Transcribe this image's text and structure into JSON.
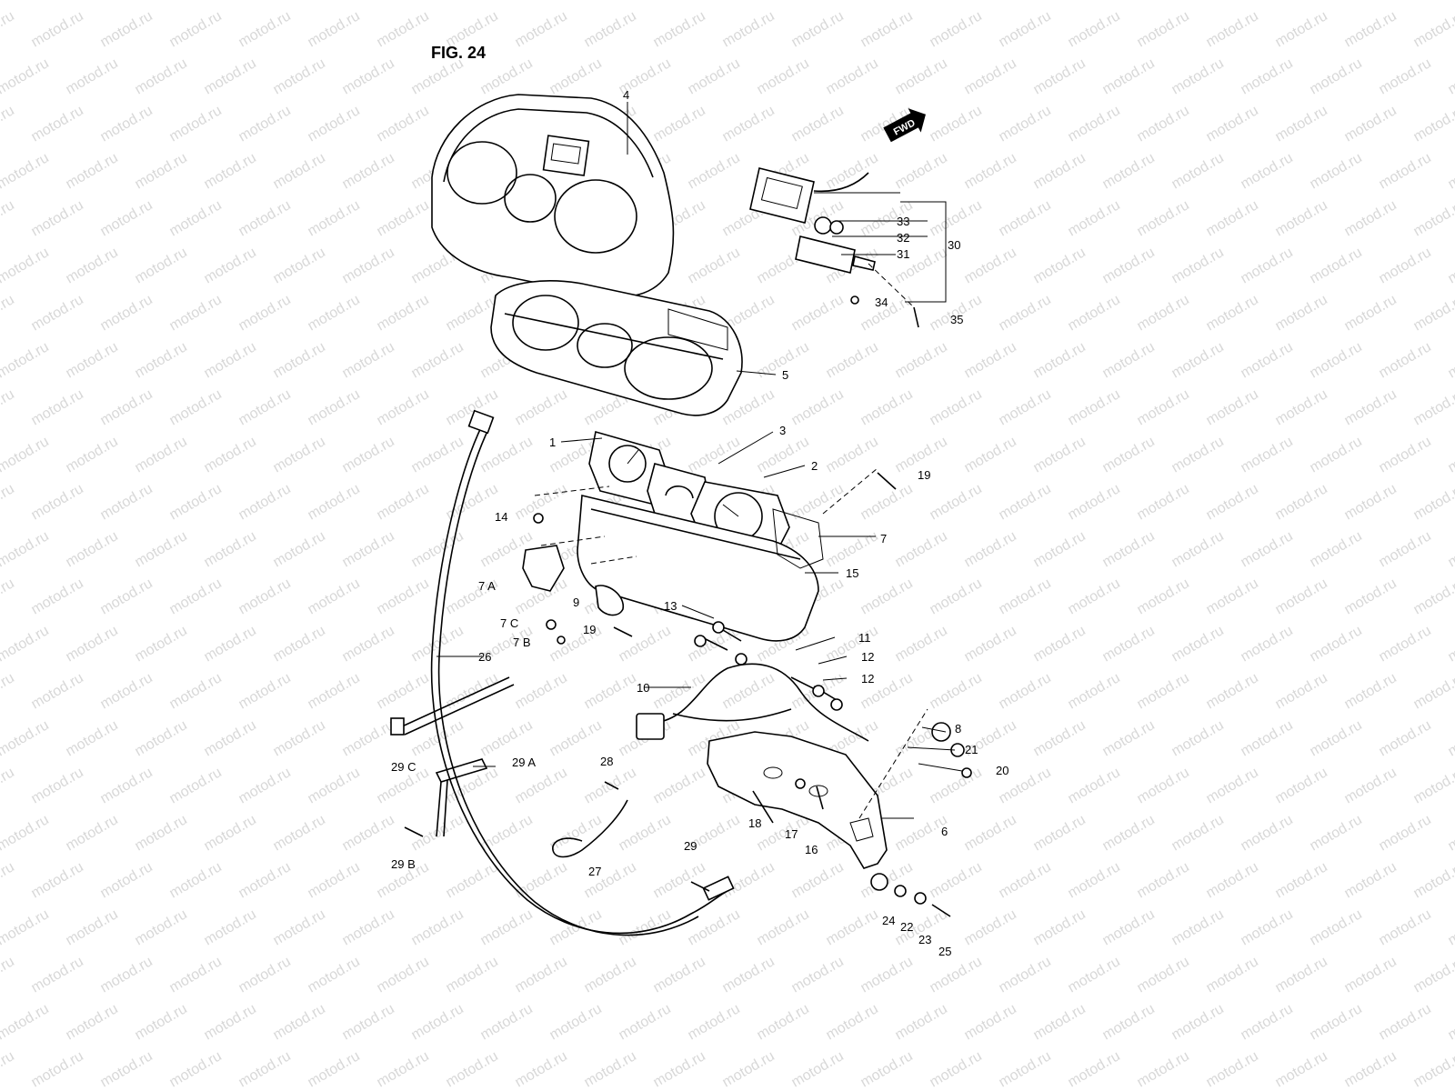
{
  "figure": {
    "title": "FIG. 24",
    "fwd_label": "FWD",
    "watermark": "motod.ru"
  },
  "labels": {
    "l1": "1",
    "l2": "2",
    "l3": "3",
    "l4": "4",
    "l5": "5",
    "l6": "6",
    "l7": "7",
    "l7a": "7 A",
    "l7b": "7 B",
    "l7c": "7 C",
    "l8": "8",
    "l9": "9",
    "l10": "10",
    "l11": "11",
    "l12a": "12",
    "l12b": "12",
    "l13": "13",
    "l14": "14",
    "l15": "15",
    "l16": "16",
    "l17": "17",
    "l18": "18",
    "l19a": "19",
    "l19b": "19",
    "l20": "20",
    "l21": "21",
    "l22": "22",
    "l23": "23",
    "l24": "24",
    "l25": "25",
    "l26": "26",
    "l27": "27",
    "l28": "28",
    "l29": "29",
    "l29a": "29 A",
    "l29b": "29 B",
    "l29c": "29 C",
    "l30": "30",
    "l31": "31",
    "l32": "32",
    "l33": "33",
    "l34": "34",
    "l35": "35"
  }
}
